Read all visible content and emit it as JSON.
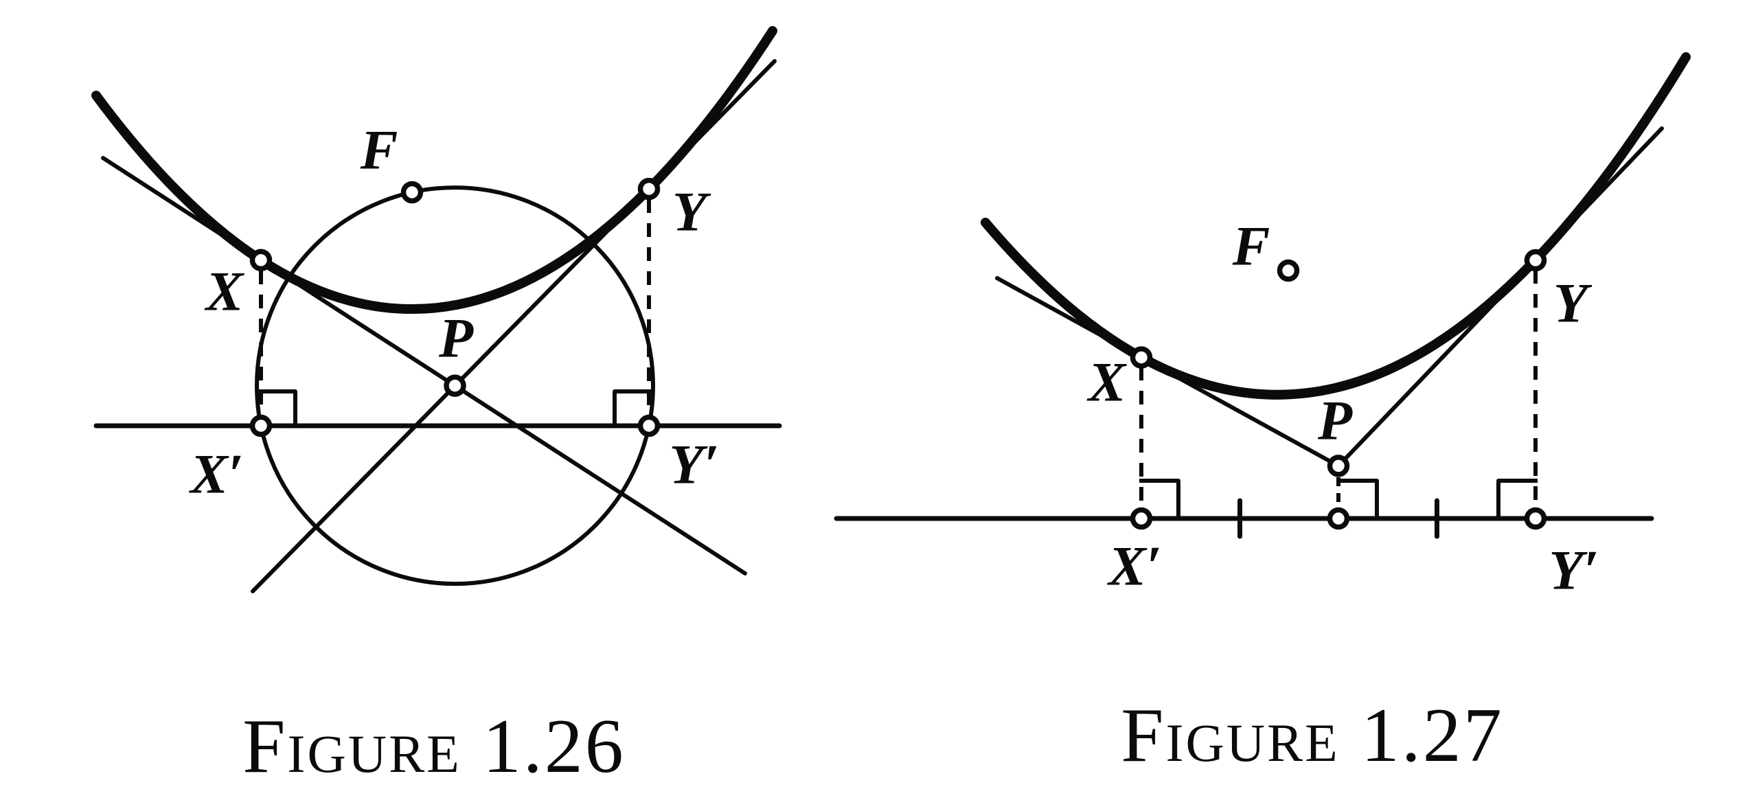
{
  "paper_color": "#ffffff",
  "ink_color": "#0b0b0b",
  "figures": [
    {
      "caption": "Figure 1.26",
      "points": {
        "F": "F",
        "X": "X",
        "Y": "Y",
        "P": "P",
        "X_prime": "X′",
        "Y_prime": "Y′"
      }
    },
    {
      "caption": "Figure 1.27",
      "points": {
        "F": "F",
        "X": "X",
        "Y": "Y",
        "P": "P",
        "X_prime": "X′",
        "Y_prime": "Y′"
      }
    }
  ]
}
